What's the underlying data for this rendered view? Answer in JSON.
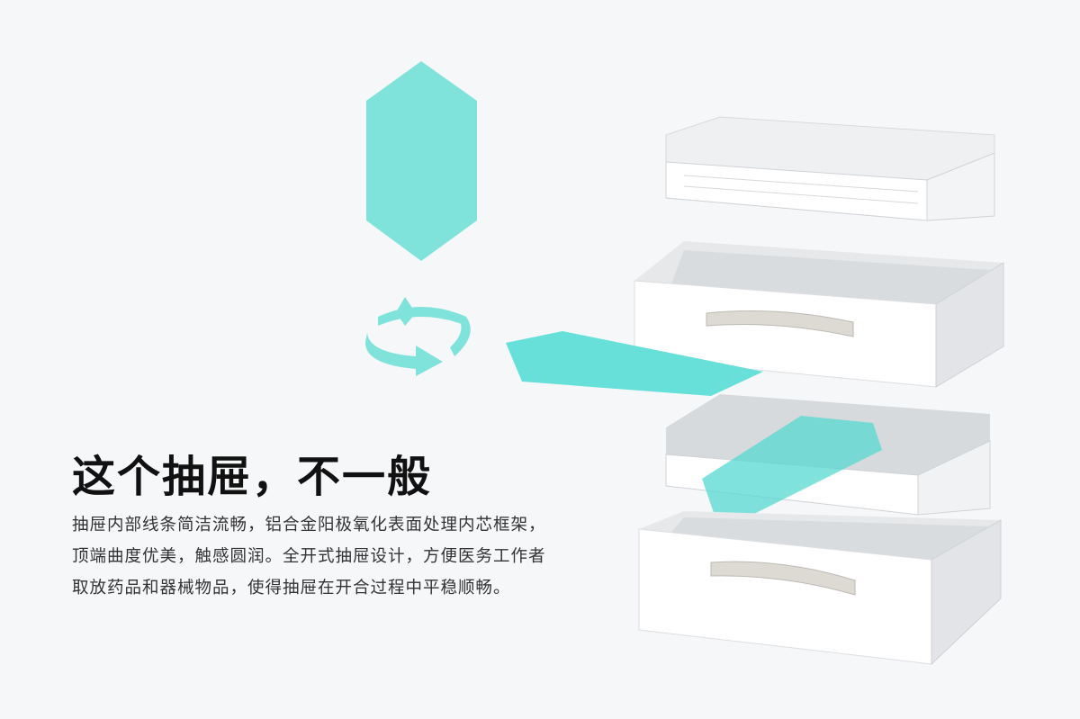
{
  "headline": "这个抽屉，不一般",
  "description": "抽屉内部线条简洁流畅，铝合金阳极氧化表面处理内芯框架，顶端曲度优美，触感圆润。全开式抽屉设计，方便医务工作者取放药品和器械物品，使得抽屉在开合过程中平稳顺畅。",
  "colors": {
    "accent": "#6fe0d8",
    "background": "#f6f7f9",
    "drawer": "#ffffff"
  },
  "icons": [
    "hexagon-shape",
    "rotate-icon",
    "arrow-shape"
  ]
}
